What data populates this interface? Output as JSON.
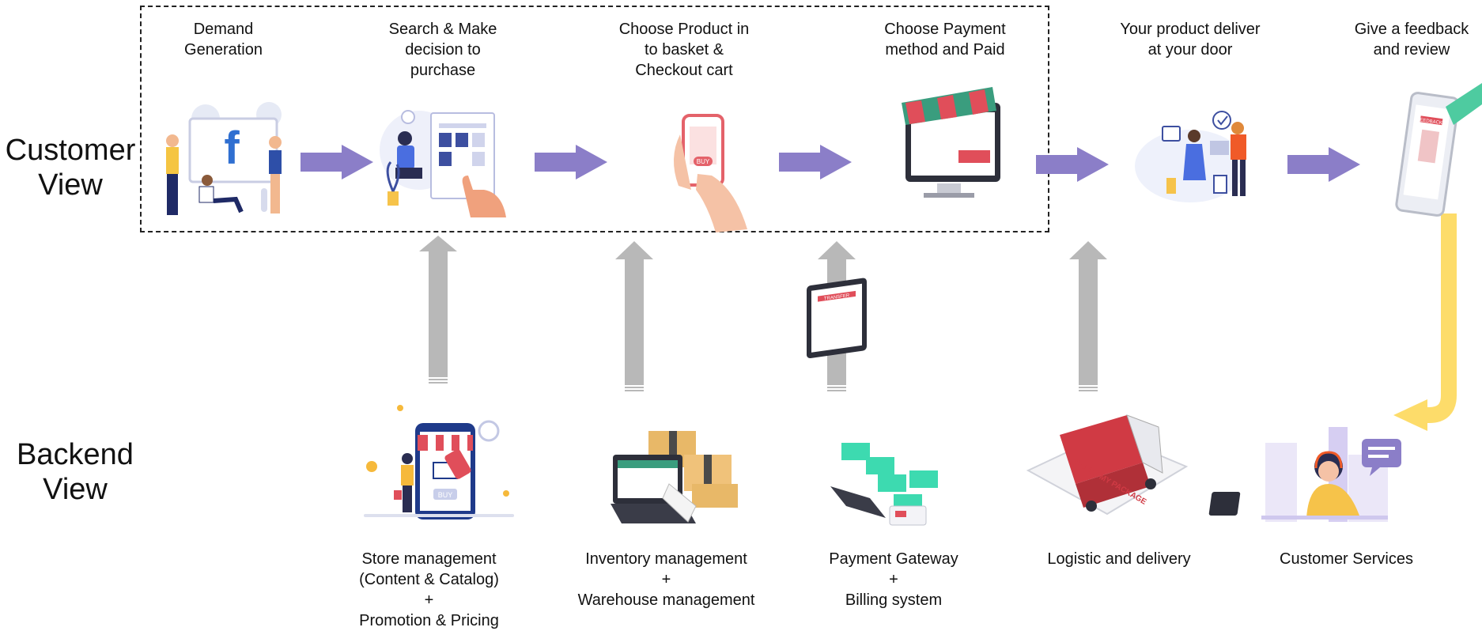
{
  "sides": {
    "customer": "Customer\nView",
    "backend": "Backend\nView"
  },
  "steps": [
    "Demand\nGeneration",
    "Search & Make\ndecision to\npurchase",
    "Choose Product in\nto basket &\nCheckout cart",
    "Choose Payment\nmethod and Paid",
    "Your product deliver\nat your door",
    "Give a feedback\nand review"
  ],
  "backend": [
    "Store management\n(Content & Catalog)\n+\nPromotion & Pricing",
    "Inventory management\n+\nWarehouse management",
    "Payment Gateway\n+\nBilling system",
    "Logistic and delivery",
    "Customer Services"
  ],
  "illustration_text": {
    "buy_tag": "BUY",
    "store_buy": "BUY",
    "feedback": "FEEDBACK",
    "transfer": "TRANSFER",
    "track": "TRACK MY PACKAGE"
  },
  "colors": {
    "flow_arrow": "#8b7ec8",
    "support_arrow": "#b8b8b8",
    "service_arrow": "#fddc6a",
    "dashed_box": "#222222"
  },
  "icons": [
    "facebook-icon",
    "shopping-cart-icon",
    "box-icon",
    "truck-icon",
    "headset-icon"
  ]
}
